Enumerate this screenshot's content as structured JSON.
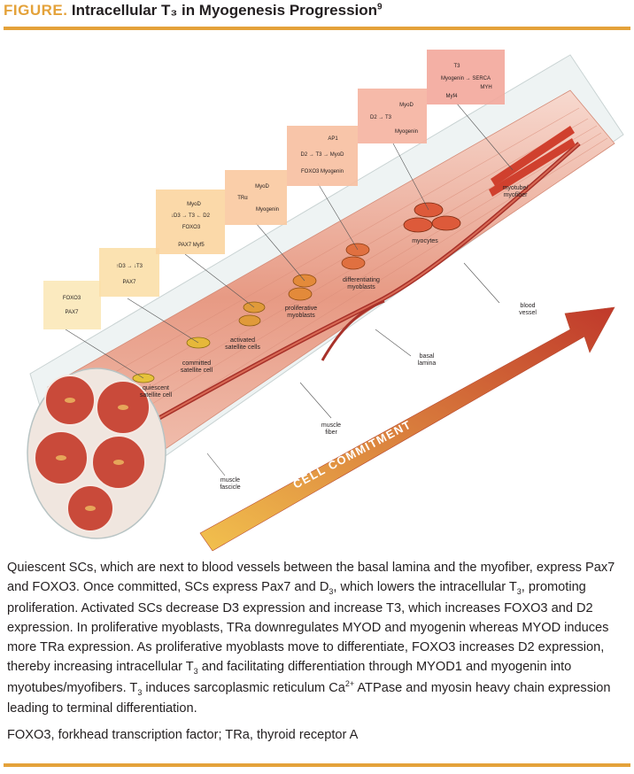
{
  "header": {
    "label": "FIGURE.",
    "title": "Intracellular T₃ in Myogenesis Progression",
    "ref": "9"
  },
  "colors": {
    "accent": "#e4a23a",
    "muscle": "#e59b86",
    "fiber_dark": "#c0392b",
    "arrow_start": "#f2c14e",
    "arrow_end": "#c0392b"
  },
  "diagram": {
    "arrow_text": "CELL COMMITMENT",
    "stage_boxes": [
      {
        "lines": [
          "FOXO3",
          "PAX7"
        ]
      },
      {
        "lines": [
          "↑D3 → ↓T3",
          "PAX7"
        ]
      },
      {
        "lines": [
          "MyoD",
          "↓D3 → T3 ← D2",
          "FOXO3",
          "PAX7      Myf5"
        ]
      },
      {
        "lines": [
          "MyoD",
          "TRα",
          "Myogenin"
        ]
      },
      {
        "lines": [
          "AP1",
          "D2 → T3 → MyoD",
          "FOXO3   Myogenin"
        ]
      },
      {
        "lines": [
          "MyoD",
          "D2 → T3",
          "Myogenin"
        ]
      },
      {
        "lines": [
          "T3",
          "Myogenin → SERCA",
          "MYH",
          "Myf4"
        ]
      }
    ],
    "labels": {
      "quiescent": [
        "quiescent",
        "satellite cell"
      ],
      "committed": [
        "committed",
        "satellite cell"
      ],
      "activated": [
        "activated",
        "satellite cells"
      ],
      "proliferative": [
        "proliferative",
        "myoblasts"
      ],
      "differentiating": [
        "differentiating",
        "myoblasts"
      ],
      "myocytes": [
        "myocytes"
      ],
      "myotube": [
        "myotube/",
        "myofiber"
      ],
      "blood_vessel": [
        "blood",
        "vessel"
      ],
      "basal_lamina": [
        "basal",
        "lamina"
      ],
      "muscle_fiber": [
        "muscle",
        "fiber"
      ],
      "muscle_fascicle": [
        "muscle",
        "fascicle"
      ]
    }
  },
  "caption": {
    "s1": "Quiescent SCs, which are next to blood vessels between the basal lamina and the myofiber, express Pax7 and FOXO3. Once committed, SCs express Pax7 and D",
    "s1_sub": "3",
    "s2": ", which lowers the intracellular T",
    "s2_sub": "3",
    "s3": ", promoting proliferation. Activated SCs decrease D3 expression and increase T3, which increases FOXO3 and D2 expression. In proliferative myoblasts, TRa downregulates MYOD and myogenin whereas MYOD induces more TRa expression. As proliferative myoblasts move to differentiate, FOXO3 increases D2 expression, thereby increasing intracellular T",
    "s3_sub": "3",
    "s4": " and facilitating differentiation through MYOD1 and myogenin into myotubes/myofibers. T",
    "s4_sub": "3",
    "s5": " induces sarcoplasmic reticulum Ca",
    "s5_sup": "2+",
    "s6": " ATPase and myosin heavy chain expression leading to terminal differentiation."
  },
  "abbreviations": "FOXO3, forkhead transcription factor; TRa, thyroid receptor A"
}
